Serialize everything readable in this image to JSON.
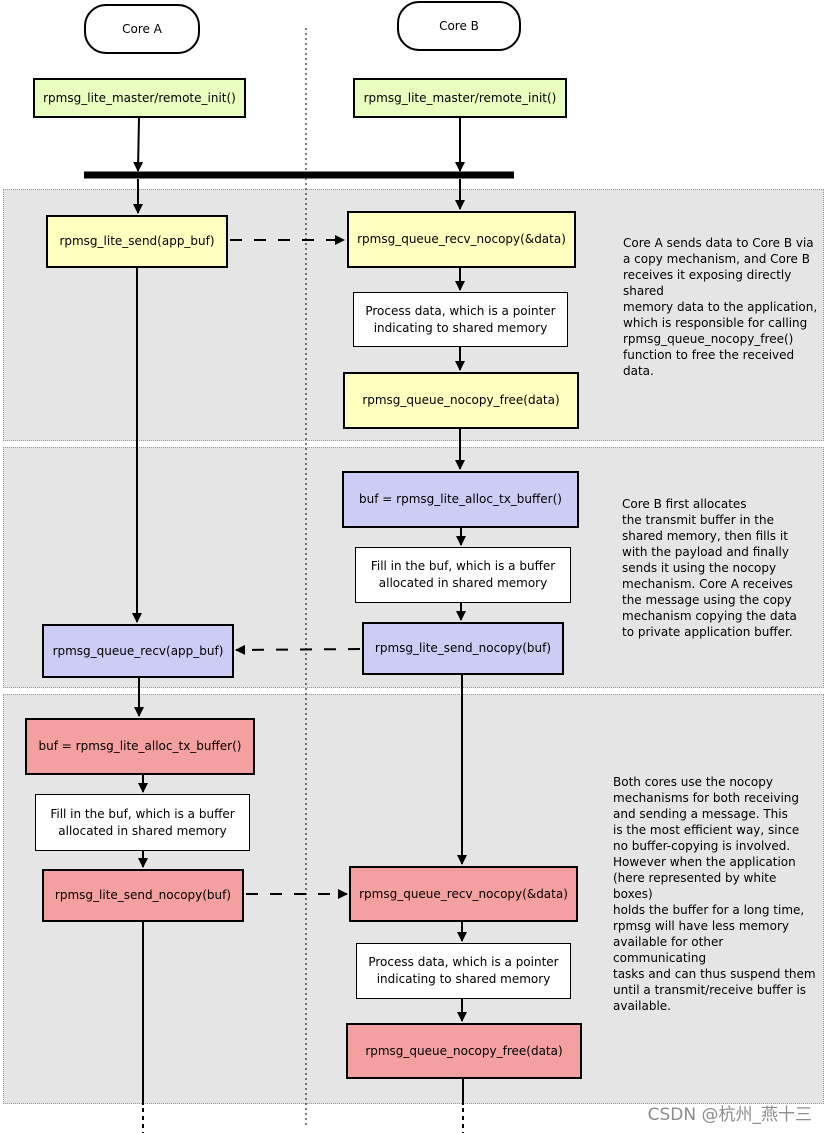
{
  "headers": {
    "core_a": "Core A",
    "core_b": "Core B"
  },
  "boxes": {
    "init_a": "rpmsg_lite_master/remote_init()",
    "init_b": "rpmsg_lite_master/remote_init()",
    "s1_send_a": "rpmsg_lite_send(app_buf)",
    "s1_recv_b": "rpmsg_queue_recv_nocopy(&data)",
    "s1_process_b": "Process data, which is a pointer indicating to shared memory",
    "s1_free_b": "rpmsg_queue_nocopy_free(data)",
    "s2_alloc_b": "buf = rpmsg_lite_alloc_tx_buffer()",
    "s2_fill_b": "Fill in the buf, which is a buffer allocated in shared memory",
    "s2_send_b": "rpmsg_lite_send_nocopy(buf)",
    "s2_recv_a": "rpmsg_queue_recv(app_buf)",
    "s3_alloc_a": "buf = rpmsg_lite_alloc_tx_buffer()",
    "s3_fill_a": "Fill in the buf, which is a buffer allocated in shared memory",
    "s3_send_a": "rpmsg_lite_send_nocopy(buf)",
    "s3_recv_b": "rpmsg_queue_recv_nocopy(&data)",
    "s3_process_b": "Process data, which is a pointer indicating to shared memory",
    "s3_free_b": "rpmsg_queue_nocopy_free(data)"
  },
  "notes": {
    "section1": "Core A sends data to Core B via\na copy mechanism, and Core B\nreceives it exposing directly shared\nmemory data to the application,\nwhich is responsible for calling\nrpmsg_queue_nocopy_free()\nfunction to free the received data.",
    "section2": "Core B first allocates\nthe transmit buffer in the\nshared memory, then fills it\nwith the payload and finally\nsends it using the nocopy\nmechanism. Core A receives\nthe message using the copy\nmechanism copying the data\nto private application buffer.",
    "section3": "Both cores use the nocopy\nmechanisms for both receiving\nand sending a message. This\nis the most efficient way, since\nno buffer-copying is involved.\nHowever when the application\n(here represented by white boxes)\nholds the buffer for a long time,\nrpmsg will have less memory\navailable for other communicating\ntasks and can thus suspend them\nuntil a transmit/receive buffer is\navailable."
  },
  "watermark": "CSDN @杭州_燕十三",
  "colors": {
    "green": "#e8ffc0",
    "yellow": "#ffffc0",
    "blue": "#ccccf4",
    "red": "#f4a0a0",
    "panel": "#e5e5e5"
  }
}
